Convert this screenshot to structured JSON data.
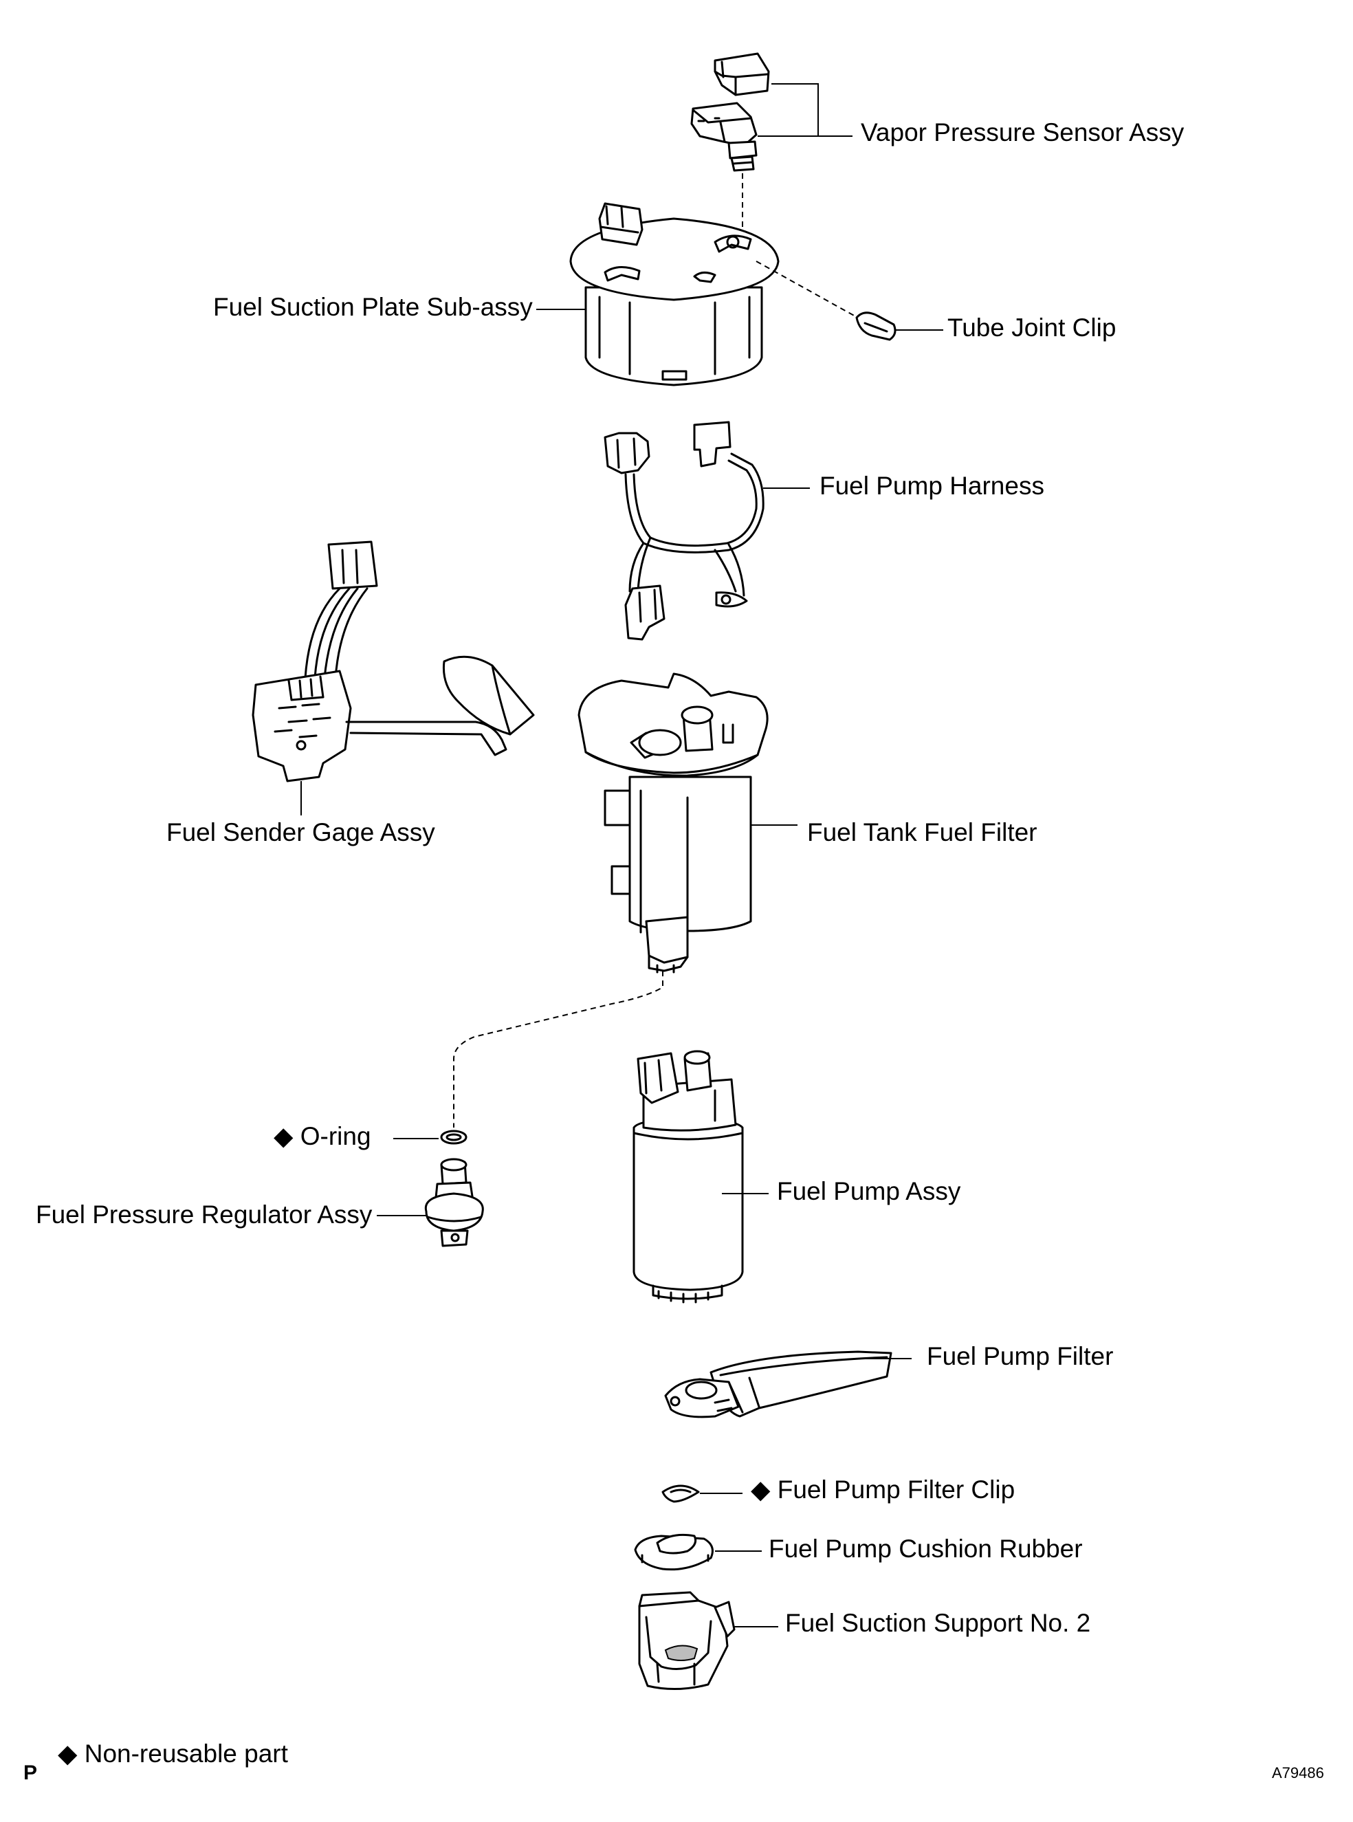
{
  "labels": {
    "vapor_pressure_sensor": "Vapor Pressure Sensor Assy",
    "fuel_suction_plate": "Fuel Suction Plate Sub-assy",
    "tube_joint_clip": "Tube Joint Clip",
    "fuel_pump_harness": "Fuel Pump Harness",
    "fuel_sender_gage": "Fuel Sender Gage Assy",
    "fuel_tank_fuel_filter": "Fuel Tank Fuel Filter",
    "o_ring": "◆ O-ring",
    "fuel_pressure_regulator": "Fuel Pressure Regulator Assy",
    "fuel_pump_assy": "Fuel Pump Assy",
    "fuel_pump_filter": "Fuel Pump Filter",
    "fuel_pump_filter_clip": "◆ Fuel Pump Filter Clip",
    "fuel_pump_cushion_rubber": "Fuel Pump Cushion Rubber",
    "fuel_suction_support_no2": "Fuel Suction Support No. 2"
  },
  "legend": {
    "non_reusable": "◆ Non-reusable part"
  },
  "footer": {
    "page_mark": "P",
    "figure_code": "A79486"
  }
}
